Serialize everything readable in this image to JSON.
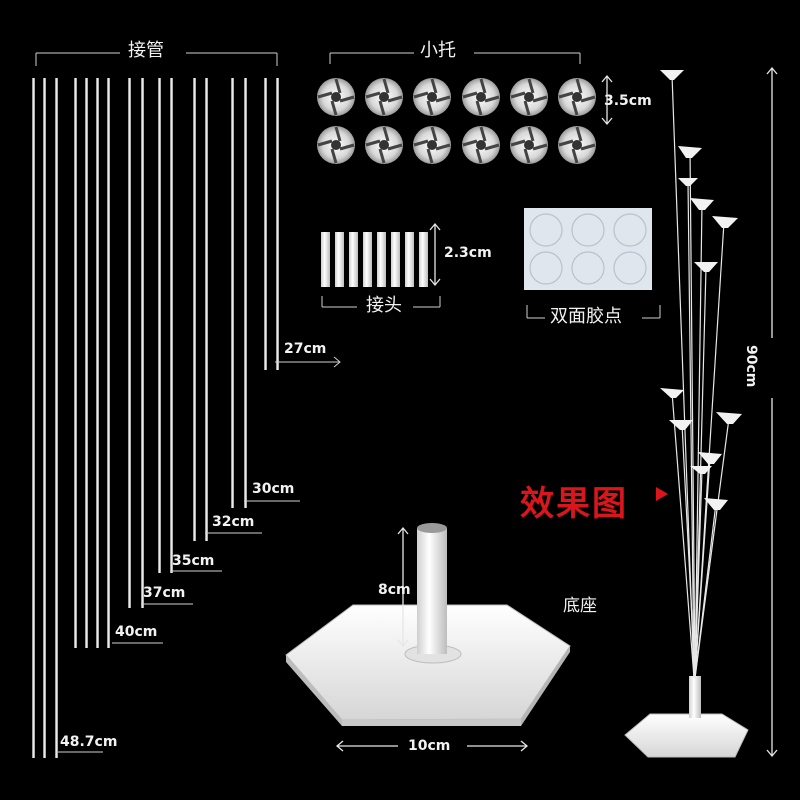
{
  "labels": {
    "tubes_title": "接管",
    "cups_title": "小托",
    "connector_title": "接头",
    "glue_title": "双面胶点",
    "base_title": "底座",
    "effect": "效果图"
  },
  "dimensions": {
    "cup_height": "3.5cm",
    "connector_height": "2.3cm",
    "base_height": "8cm",
    "base_width": "10cm",
    "total_height": "90cm"
  },
  "tube_lengths": [
    "27cm",
    "30cm",
    "32cm",
    "35cm",
    "37cm",
    "40cm",
    "48.7cm"
  ],
  "colors": {
    "background": "#000000",
    "effect_text": "#d9161b",
    "product": "#ffffff"
  }
}
